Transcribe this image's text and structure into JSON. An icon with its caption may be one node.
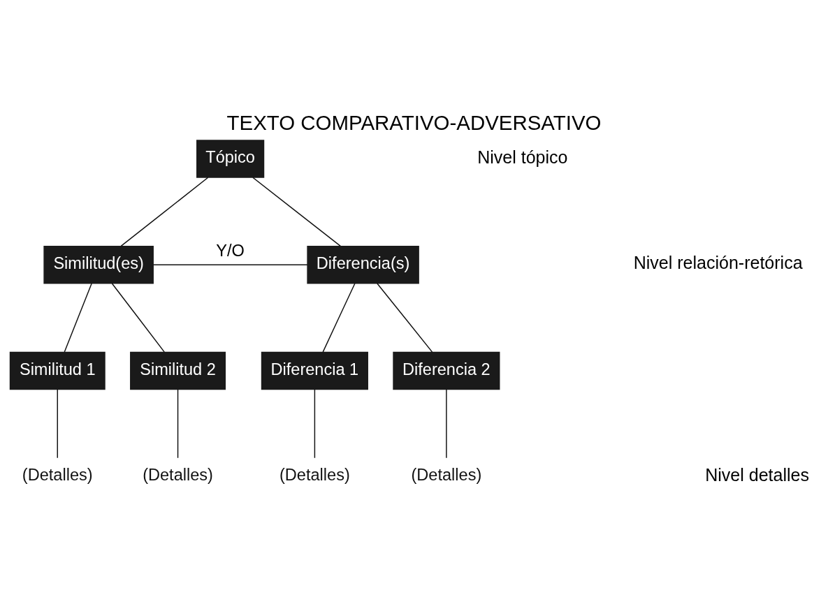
{
  "diagram": {
    "title": "TEXTO COMPARATIVO-ADVERSATIVO",
    "nodes": [
      {
        "text": [
          "Tópico"
        ]
      },
      {
        "text": [
          "Similitud(es)"
        ]
      },
      {
        "text": [
          "Diferencia(s)"
        ]
      },
      {
        "text": [
          "Similitud 1"
        ]
      },
      {
        "text": [
          "Similitud 2"
        ]
      },
      {
        "text": [
          "Diferencia 1"
        ]
      },
      {
        "text": [
          "Diferencia 2"
        ]
      },
      {
        "text": [
          "(Detalles)"
        ]
      },
      {
        "text": [
          "(Detalles)"
        ]
      },
      {
        "text": [
          "(Detalles)"
        ]
      },
      {
        "text": [
          "(Detalles)"
        ]
      }
    ],
    "edges": [
      {
        "from": 0,
        "to": 1,
        "arrow": "none"
      },
      {
        "from": 0,
        "to": 2,
        "arrow": "none"
      },
      {
        "from": 1,
        "to": 2,
        "arrow": "none",
        "label": "Y/O"
      },
      {
        "from": 1,
        "to": 3,
        "arrow": "none"
      },
      {
        "from": 1,
        "to": 4,
        "arrow": "none"
      },
      {
        "from": 2,
        "to": 5,
        "arrow": "none"
      },
      {
        "from": 2,
        "to": 6,
        "arrow": "none"
      },
      {
        "from": 3,
        "to": 7,
        "arrow": "none"
      },
      {
        "from": 4,
        "to": 8,
        "arrow": "none"
      },
      {
        "from": 5,
        "to": 9,
        "arrow": "none"
      },
      {
        "from": 6,
        "to": 10,
        "arrow": "none"
      }
    ],
    "labels": [
      "Nivel tópico",
      "Nivel relación-retórica",
      "Nivel detalles"
    ]
  }
}
